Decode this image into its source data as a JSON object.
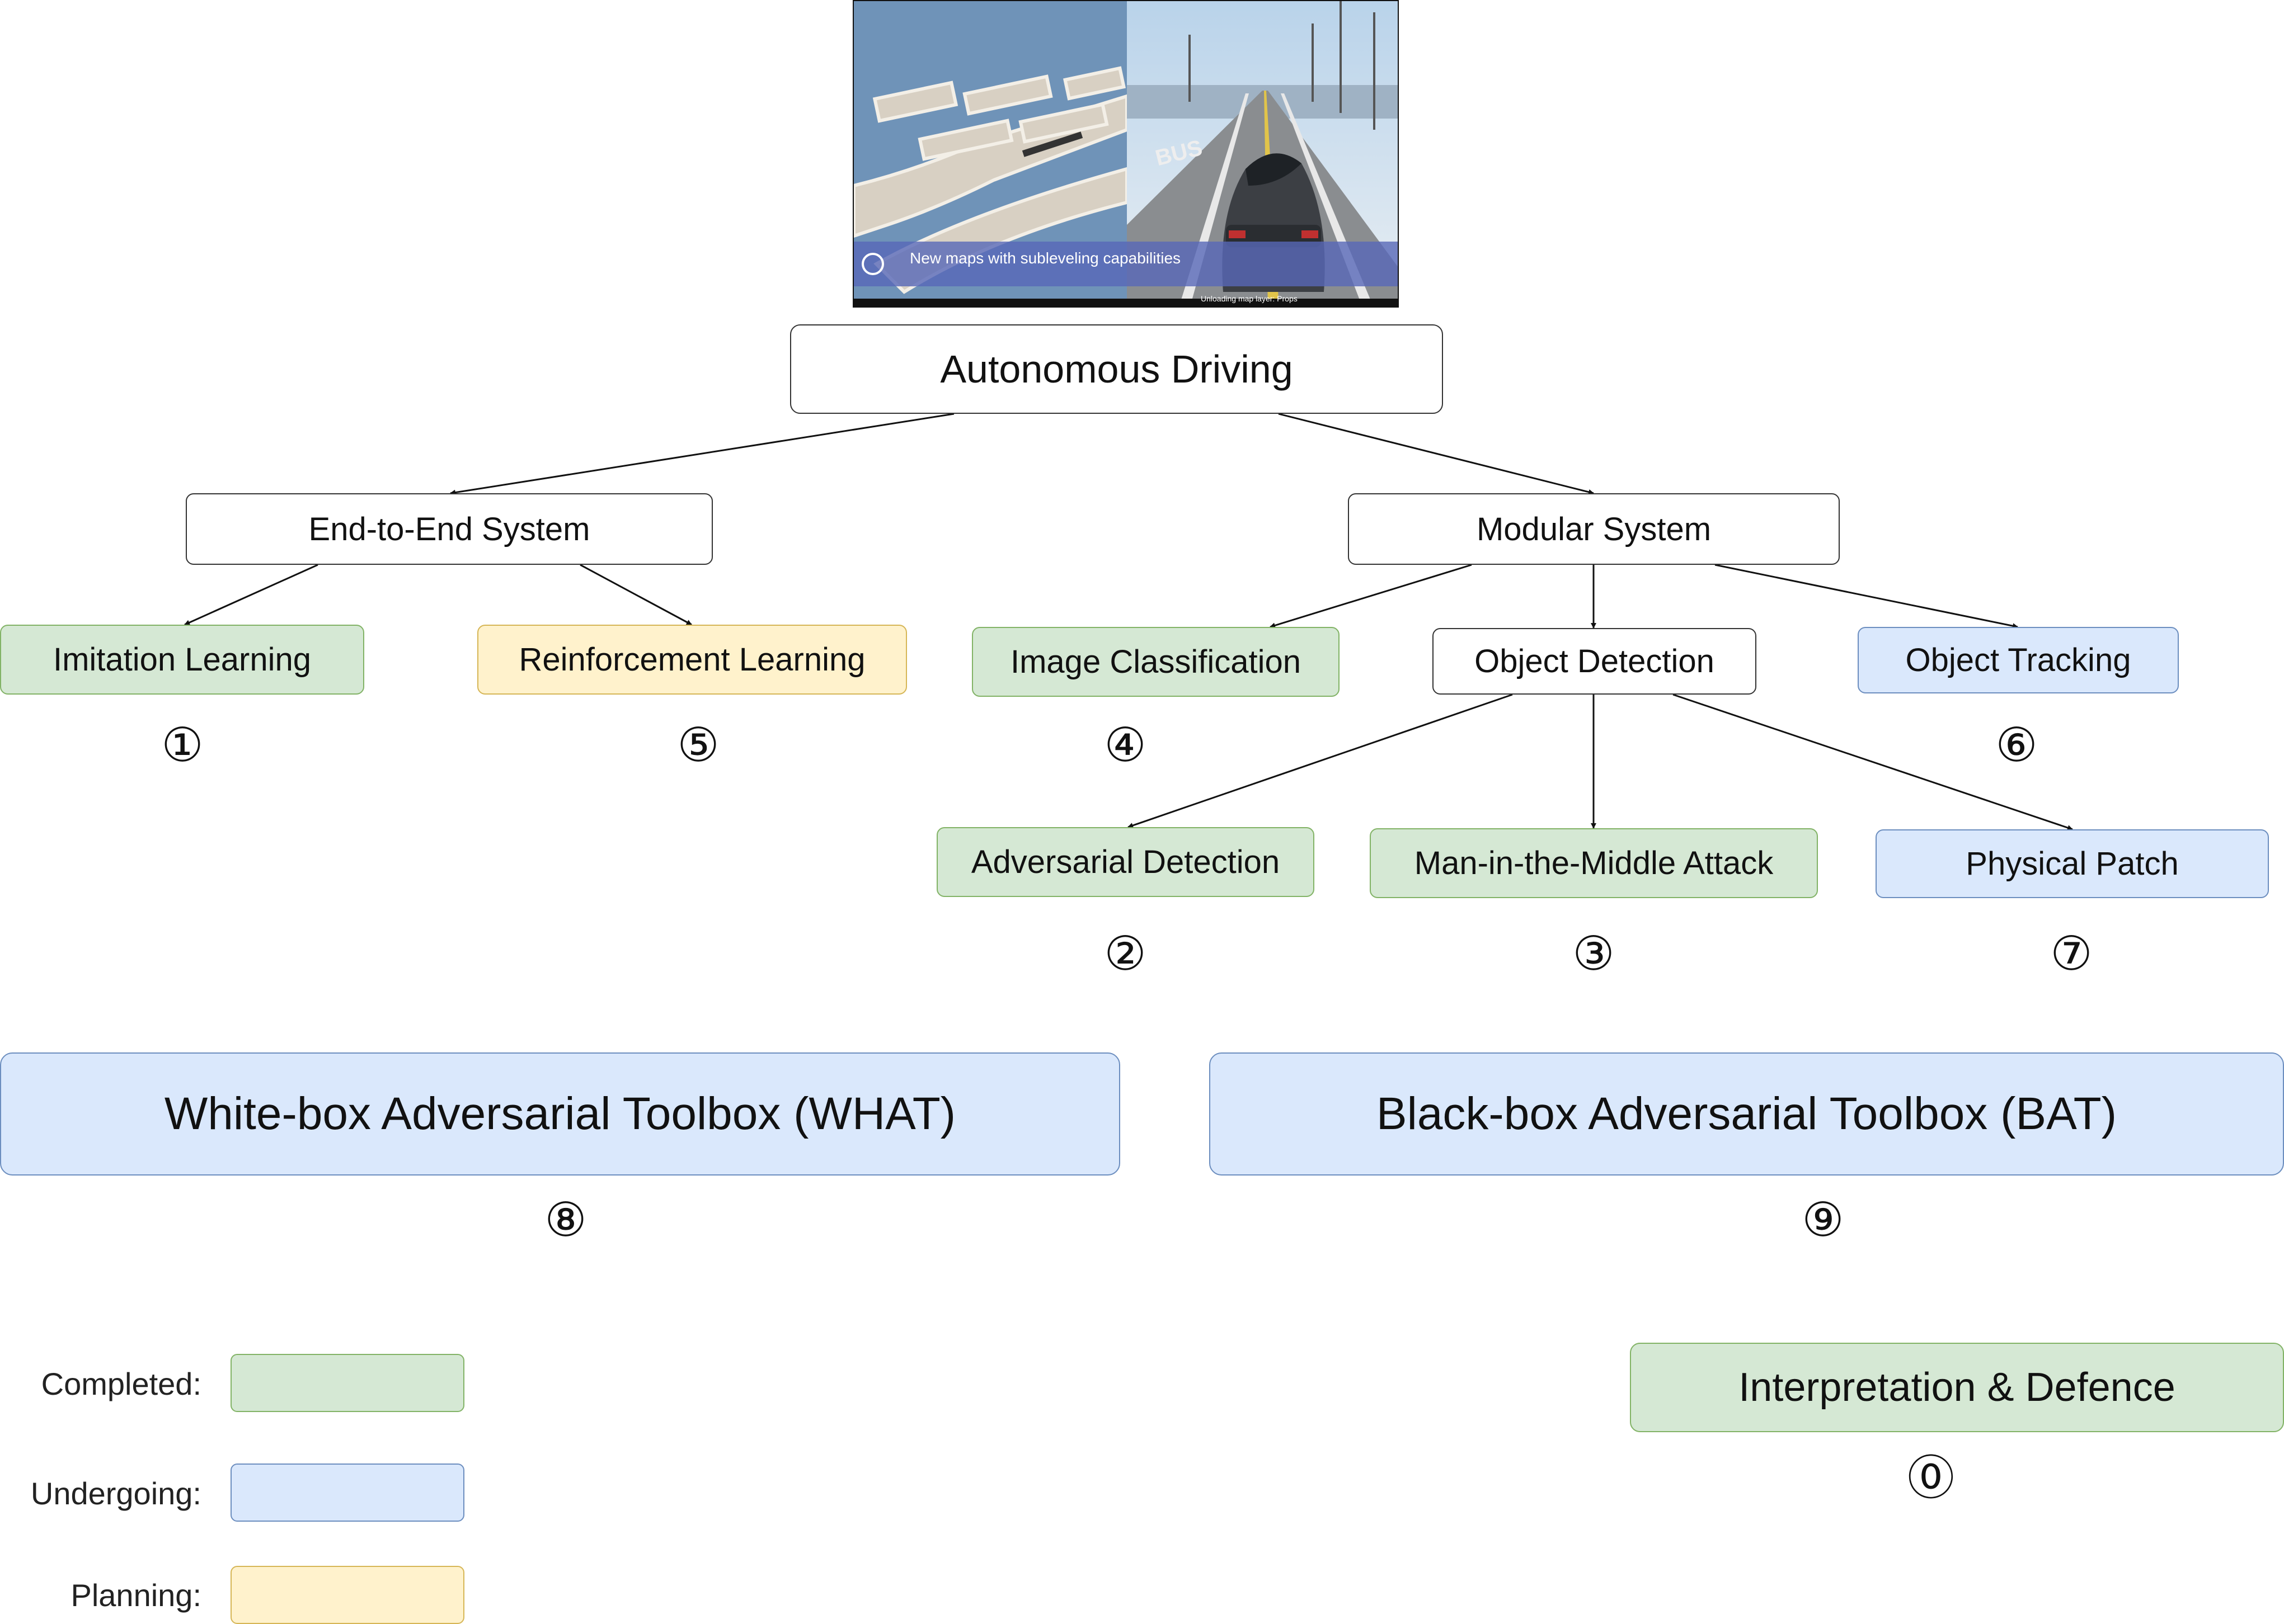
{
  "image": {
    "caption": "New maps with subleveling capabilities",
    "subcaption": "Unloading map layer: Props"
  },
  "root": {
    "label": "Autonomous Driving"
  },
  "systems": {
    "end_to_end": {
      "label": "End-to-End System"
    },
    "modular": {
      "label": "Modular System"
    }
  },
  "tasks": {
    "imitation": {
      "label": "Imitation Learning",
      "number": "①",
      "status": "completed"
    },
    "reinforcement": {
      "label": "Reinforcement Learning",
      "number": "⑤",
      "status": "planning"
    },
    "image_classification": {
      "label": "Image Classification",
      "number": "④",
      "status": "completed"
    },
    "object_detection": {
      "label": "Object Detection"
    },
    "object_tracking": {
      "label": "Object Tracking",
      "number": "⑥",
      "status": "undergoing"
    },
    "adversarial_detection": {
      "label": "Adversarial Detection",
      "number": "②",
      "status": "completed"
    },
    "mitm": {
      "label": "Man-in-the-Middle Attack",
      "number": "③",
      "status": "completed"
    },
    "physical_patch": {
      "label": "Physical Patch",
      "number": "⑦",
      "status": "undergoing"
    }
  },
  "toolboxes": {
    "whitebox": {
      "label": "White-box Adversarial Toolbox (WHAT)",
      "number": "⑧",
      "status": "undergoing"
    },
    "blackbox": {
      "label": "Black-box Adversarial Toolbox (BAT)",
      "number": "⑨",
      "status": "undergoing"
    },
    "interpretation": {
      "label": "Interpretation & Defence",
      "number": "⓪",
      "status": "completed"
    }
  },
  "legend": {
    "completed": "Completed:",
    "undergoing": "Undergoing:",
    "planning": "Planning:"
  },
  "colors": {
    "completed_fill": "#d5e8d4",
    "completed_border": "#82b366",
    "undergoing_fill": "#dae8fc",
    "undergoing_border": "#6c8ebf",
    "planning_fill": "#fff2cc",
    "planning_border": "#d6b656"
  }
}
